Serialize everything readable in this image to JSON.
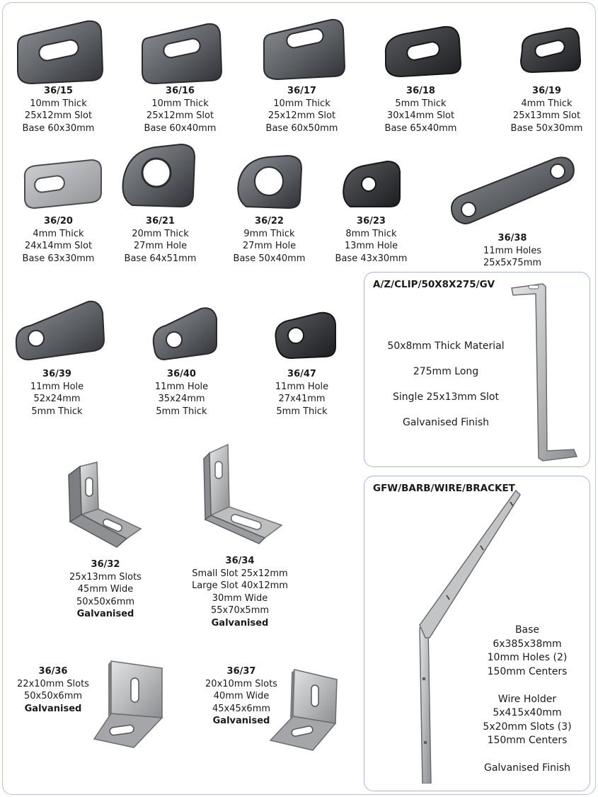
{
  "products_row1": [
    {
      "code": "36/15",
      "lines": [
        "10mm Thick",
        "25x12mm Slot",
        "Base 60x30mm"
      ]
    },
    {
      "code": "36/16",
      "lines": [
        "10mm Thick",
        "25x12mm Slot",
        "Base 60x40mm"
      ]
    },
    {
      "code": "36/17",
      "lines": [
        "10mm Thick",
        "25x12mm Slot",
        "Base 60x50mm"
      ]
    },
    {
      "code": "36/18",
      "lines": [
        "5mm Thick",
        "30x14mm Slot",
        "Base 65x40mm"
      ]
    },
    {
      "code": "36/19",
      "lines": [
        "4mm Thick",
        "25x13mm Slot",
        "Base 50x30mm"
      ]
    }
  ],
  "products_row2": [
    {
      "code": "36/20",
      "lines": [
        "4mm Thick",
        "24x14mm Slot",
        "Base 63x30mm"
      ]
    },
    {
      "code": "36/21",
      "lines": [
        "20mm Thick",
        "27mm Hole",
        "Base 64x51mm"
      ]
    },
    {
      "code": "36/22",
      "lines": [
        "9mm Thick",
        "27mm Hole",
        "Base 50x40mm"
      ]
    },
    {
      "code": "36/23",
      "lines": [
        "8mm Thick",
        "13mm Hole",
        "Base 43x30mm"
      ]
    },
    {
      "code": "36/38",
      "lines": [
        "11mm Holes",
        "25x5x75mm"
      ]
    }
  ],
  "products_row3": [
    {
      "code": "36/39",
      "lines": [
        "11mm Hole",
        "52x24mm",
        "5mm Thick"
      ]
    },
    {
      "code": "36/40",
      "lines": [
        "11mm Hole",
        "35x24mm",
        "5mm Thick"
      ]
    },
    {
      "code": "36/47",
      "lines": [
        "11mm Hole",
        "27x41mm",
        "5mm Thick"
      ]
    }
  ],
  "angle_brackets": [
    {
      "code": "36/32",
      "lines": [
        "25x13mm Slots",
        "45mm Wide",
        "50x50x6mm"
      ],
      "finish": "Galvanised"
    },
    {
      "code": "36/34",
      "lines": [
        "Small Slot 25x12mm",
        "Large Slot 40x12mm",
        "30mm Wide",
        "55x70x5mm"
      ],
      "finish": "Galvanised"
    },
    {
      "code": "36/36",
      "lines": [
        "22x10mm Slots",
        "50x50x6mm"
      ],
      "finish": "Galvanised"
    },
    {
      "code": "36/37",
      "lines": [
        "20x10mm Slots",
        "40mm Wide",
        "45x45x6mm"
      ],
      "finish": "Galvanised"
    }
  ],
  "az_clip": {
    "title": "A/Z/CLIP/50X8X275/GV",
    "lines": [
      "50x8mm Thick Material",
      "275mm Long",
      "Single 25x13mm Slot",
      "Galvanised Finish"
    ]
  },
  "gfw_bracket": {
    "title": "GFW/BARB/WIRE/BRACKET",
    "base_lines": [
      "Base",
      "6x385x38mm",
      "10mm Holes (2)",
      "150mm Centers"
    ],
    "holder_lines": [
      "Wire Holder",
      "5x415x40mm",
      "5x20mm Slots (3)",
      "150mm Centers"
    ],
    "finish": "Galvanised Finish"
  },
  "colors": {
    "panel_border": "#aab6d4",
    "steel_dark": "#3a3c40",
    "galvanised": "#b7b9bb"
  }
}
